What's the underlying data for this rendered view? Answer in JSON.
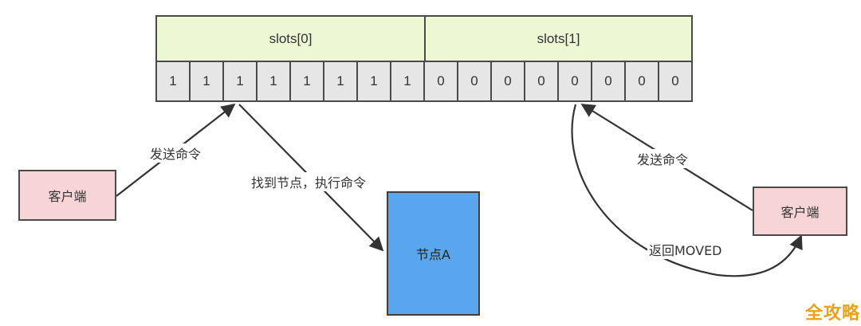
{
  "slots": {
    "header_0": "slots[0]",
    "header_1": "slots[1]",
    "bits": [
      "1",
      "1",
      "1",
      "1",
      "1",
      "1",
      "1",
      "1",
      "0",
      "0",
      "0",
      "0",
      "0",
      "0",
      "0",
      "0"
    ]
  },
  "left_client": {
    "label": "客户端",
    "send_label": "发送命令",
    "find_label": "找到节点，执行命令"
  },
  "node": {
    "label": "节点A"
  },
  "right_client": {
    "label": "客户端",
    "send_label": "发送命令",
    "moved_label": "返回MOVED"
  },
  "watermark": "全攻略"
}
